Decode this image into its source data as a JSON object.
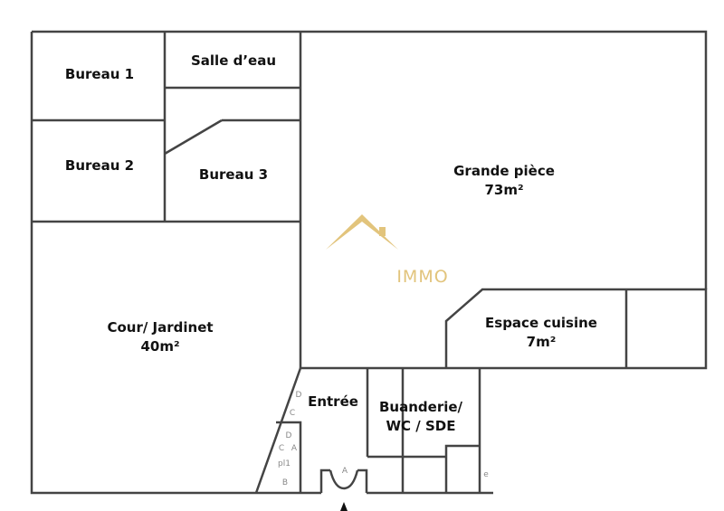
{
  "rooms": {
    "bureau1": "Bureau 1",
    "salle_eau": "Salle d’eau",
    "bureau2": "Bureau 2",
    "bureau3": "Bureau 3",
    "grande_piece": {
      "name": "Grande pièce",
      "area": "73m²"
    },
    "cour": {
      "name": "Cour/ Jardinet",
      "area": "40m²"
    },
    "cuisine": {
      "name": "Espace cuisine",
      "area": "7m²"
    },
    "entree": "Entrée",
    "buanderie": {
      "line1": "Buanderie/",
      "line2": "WC / SDE"
    }
  },
  "marks": {
    "d1": "D",
    "c1": "C",
    "d2": "D",
    "c2": "C",
    "a1": "A",
    "pl": "pl1",
    "b": "B",
    "door": "A",
    "e": "e"
  },
  "watermark": {
    "text": "IMMO",
    "color": "#e2c47c"
  }
}
